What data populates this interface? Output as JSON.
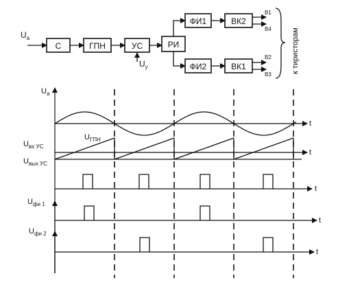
{
  "block_diagram": {
    "input_label": "U",
    "input_sub": "a",
    "control_label": "U",
    "control_sub": "y",
    "blocks": {
      "s": "С",
      "gpn": "ГПН",
      "us": "УС",
      "ri": "РИ",
      "fi1": "ФИ1",
      "vk2": "ВК2",
      "fi2": "ФИ2",
      "vk1": "ВК1"
    },
    "outputs": [
      "В1",
      "В4",
      "В2",
      "В3"
    ],
    "bracket_label": "к тиристорам"
  },
  "timing": {
    "t_label": "t",
    "signals": [
      {
        "main": "U",
        "sub": "а"
      },
      {
        "main": "U",
        "sub": "вх УС"
      },
      {
        "main": "U",
        "sub": "вых УС"
      },
      {
        "main": "U",
        "sub": "фи 1"
      },
      {
        "main": "U",
        "sub": "фи 2"
      }
    ],
    "ramp_label_main": "U",
    "ramp_label_sub": "ГПН"
  }
}
